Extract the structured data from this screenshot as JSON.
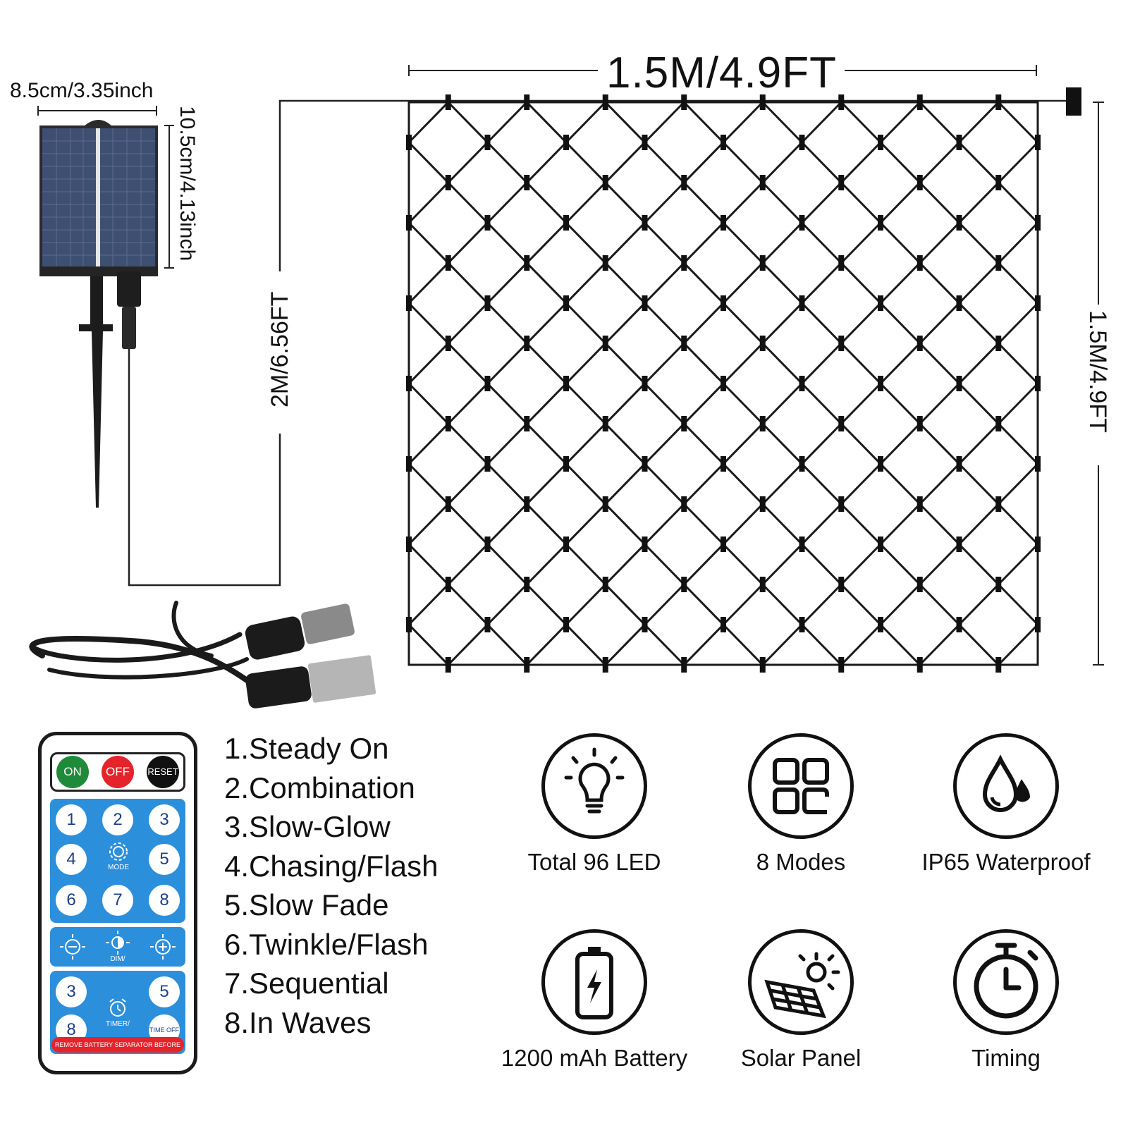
{
  "dimensions": {
    "net_width": "1.5M/4.9FT",
    "net_height": "1.5M/4.9FT",
    "cable_length": "2M/6.56FT",
    "solar_width": "8.5cm/3.35inch",
    "solar_height": "10.5cm/4.13inch"
  },
  "remote": {
    "on_label": "ON",
    "off_label": "OFF",
    "reset_label": "RESET",
    "number_keys": [
      "1",
      "2",
      "3",
      "4",
      "5",
      "6",
      "7",
      "8"
    ],
    "mode_label": "MODE",
    "dim_label": "DIM/",
    "timer_keys": [
      "3",
      "5",
      "8"
    ],
    "timer_label": "TIMER/",
    "time_off_label": "TIME OFF",
    "warning": "REMOVE BATTERY SEPARATOR BEFORE USE",
    "colors": {
      "on": "#1f8a3a",
      "off": "#e4232b",
      "reset": "#111111",
      "panel": "#2c8fdc"
    }
  },
  "modes": [
    "1.Steady On",
    "2.Combination",
    "3.Slow-Glow",
    "4.Chasing/Flash",
    "5.Slow Fade",
    "6.Twinkle/Flash",
    "7.Sequential",
    "8.In Waves"
  ],
  "features": [
    {
      "icon": "light-bulb-icon",
      "label": "Total 96 LED"
    },
    {
      "icon": "four-squares-icon",
      "label": "8 Modes"
    },
    {
      "icon": "water-drops-icon",
      "label": "IP65 Waterproof"
    },
    {
      "icon": "battery-icon",
      "label": "1200 mAh Battery"
    },
    {
      "icon": "solar-panel-icon",
      "label": "Solar Panel"
    },
    {
      "icon": "stopwatch-icon",
      "label": "Timing"
    }
  ]
}
